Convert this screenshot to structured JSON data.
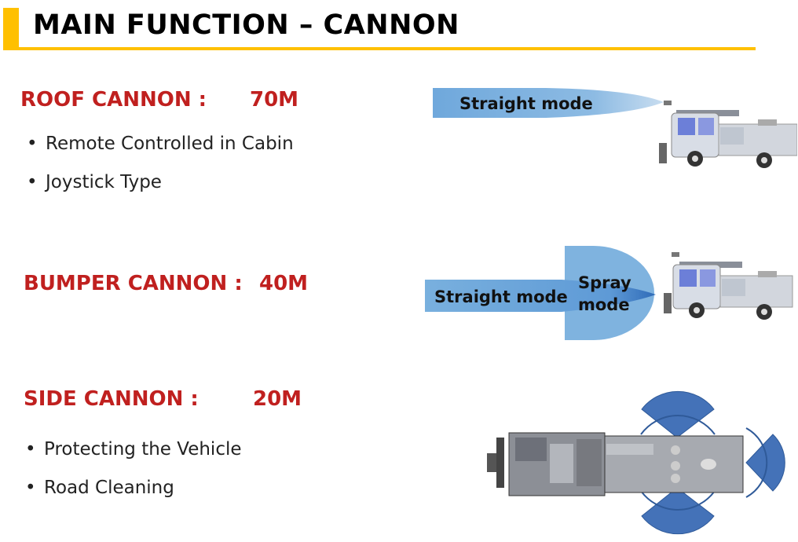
{
  "title": "MAIN FUNCTION – CANNON",
  "sections": [
    {
      "heading": "ROOF CANNON :",
      "range": "70M",
      "bullets": [
        "Remote Controlled in Cabin",
        "Joystick Type"
      ]
    },
    {
      "heading": "BUMPER CANNON :",
      "range": "40M",
      "bullets": []
    },
    {
      "heading": "SIDE CANNON :",
      "range": "20M",
      "bullets": [
        "Protecting the Vehicle",
        "Road Cleaning"
      ]
    }
  ],
  "diagrams": {
    "roof": {
      "stream_label": "Straight mode"
    },
    "bumper": {
      "stream_label": "Straight mode",
      "spray_label_line1": "Spray",
      "spray_label_line2": "mode"
    }
  },
  "colors": {
    "accent": "#FFC000",
    "heading": "#C0201F",
    "stream_light": "#7FB3DF",
    "stream_dark": "#3B79C2",
    "spray_fan": "#3F6FB5"
  }
}
